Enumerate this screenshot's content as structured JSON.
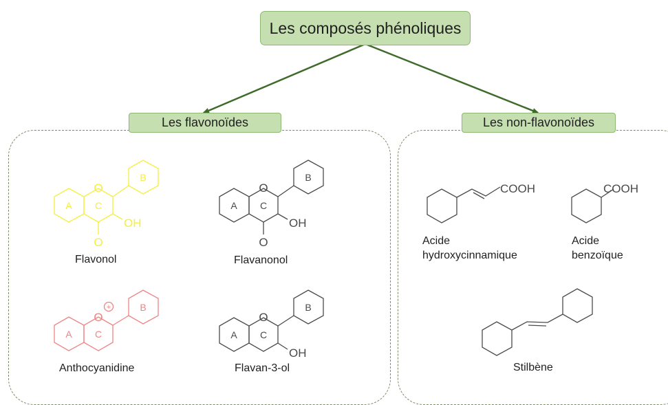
{
  "diagram": {
    "title": "Les composés phénoliques",
    "branches": [
      {
        "label": "Les flavonoïdes",
        "compounds": [
          {
            "name": "Flavonol",
            "color": "#f5ef3c",
            "rings": [
              "A",
              "C",
              "B"
            ],
            "atoms": [
              "O",
              "O",
              "OH"
            ]
          },
          {
            "name": "Flavanonol",
            "color": "#4a4a4a",
            "rings": [
              "A",
              "C",
              "B"
            ],
            "atoms": [
              "O",
              "O",
              "OH"
            ]
          },
          {
            "name": "Anthocyanidine",
            "color": "#f08383",
            "rings": [
              "A",
              "C",
              "B"
            ],
            "atoms": [
              "O"
            ],
            "charge": "+"
          },
          {
            "name": "Flavan-3-ol",
            "color": "#4a4a4a",
            "rings": [
              "A",
              "C",
              "B"
            ],
            "atoms": [
              "O",
              "OH"
            ]
          }
        ]
      },
      {
        "label": "Les non-flavonoïdes",
        "compounds": [
          {
            "name_line1": "Acide",
            "name_line2": "hydroxycinnamique",
            "group": "COOH",
            "color": "#4a4a4a"
          },
          {
            "name_line1": "Acide",
            "name_line2": "benzoïque",
            "group": "COOH",
            "color": "#4a4a4a"
          },
          {
            "name": "Stilbène",
            "color": "#4a4a4a"
          }
        ]
      }
    ],
    "colors": {
      "box_fill": "#c5dfb0",
      "box_border": "#8cb872",
      "arrow": "#3e6b2a",
      "dash": "#7c8a66"
    }
  }
}
